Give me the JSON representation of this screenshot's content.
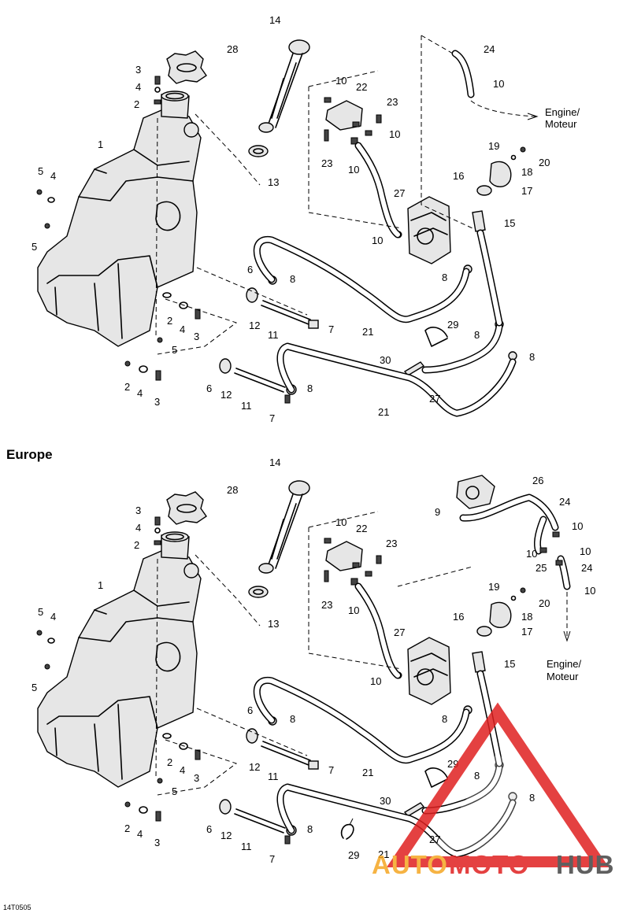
{
  "section_label": "Europe",
  "figure_code": "14T0505",
  "watermark": {
    "part1": "AUTO",
    "part2": "MOTO",
    "part3": "HUB",
    "color_red": "#e02020",
    "color_orange": "#f5a623",
    "color_dark": "#444444"
  },
  "engine_note": {
    "line1": "Engine/",
    "line2": "Moteur"
  },
  "callouts_top": [
    {
      "id": "t14",
      "label": "14"
    },
    {
      "id": "t28",
      "label": "28"
    },
    {
      "id": "t3a",
      "label": "3"
    },
    {
      "id": "t4a",
      "label": "4"
    },
    {
      "id": "t2a",
      "label": "2"
    },
    {
      "id": "t1",
      "label": "1"
    },
    {
      "id": "t5a",
      "label": "5"
    },
    {
      "id": "t4b",
      "label": "4"
    },
    {
      "id": "t5b",
      "label": "5"
    },
    {
      "id": "t10a",
      "label": "10"
    },
    {
      "id": "t22",
      "label": "22"
    },
    {
      "id": "t23a",
      "label": "23"
    },
    {
      "id": "t10b",
      "label": "10"
    },
    {
      "id": "t23b",
      "label": "23"
    },
    {
      "id": "t10c",
      "label": "10"
    },
    {
      "id": "t13",
      "label": "13"
    },
    {
      "id": "t24",
      "label": "24"
    },
    {
      "id": "t10d",
      "label": "10"
    },
    {
      "id": "t19",
      "label": "19"
    },
    {
      "id": "t20",
      "label": "20"
    },
    {
      "id": "t18",
      "label": "18"
    },
    {
      "id": "t16",
      "label": "16"
    },
    {
      "id": "t17",
      "label": "17"
    },
    {
      "id": "t27a",
      "label": "27"
    },
    {
      "id": "t15",
      "label": "15"
    },
    {
      "id": "t10e",
      "label": "10"
    },
    {
      "id": "t8a",
      "label": "8"
    },
    {
      "id": "t6a",
      "label": "6"
    },
    {
      "id": "t8b",
      "label": "8"
    },
    {
      "id": "t2b",
      "label": "2"
    },
    {
      "id": "t4c",
      "label": "4"
    },
    {
      "id": "t3b",
      "label": "3"
    },
    {
      "id": "t12a",
      "label": "12"
    },
    {
      "id": "t7a",
      "label": "7"
    },
    {
      "id": "t11a",
      "label": "11"
    },
    {
      "id": "t21a",
      "label": "21"
    },
    {
      "id": "t29",
      "label": "29"
    },
    {
      "id": "t8c",
      "label": "8"
    },
    {
      "id": "t5c",
      "label": "5"
    },
    {
      "id": "t30",
      "label": "30"
    },
    {
      "id": "t8d",
      "label": "8"
    },
    {
      "id": "t2c",
      "label": "2"
    },
    {
      "id": "t4d",
      "label": "4"
    },
    {
      "id": "t3c",
      "label": "3"
    },
    {
      "id": "t6b",
      "label": "6"
    },
    {
      "id": "t12b",
      "label": "12"
    },
    {
      "id": "t8e",
      "label": "8"
    },
    {
      "id": "t11b",
      "label": "11"
    },
    {
      "id": "t27b",
      "label": "27"
    },
    {
      "id": "t7b",
      "label": "7"
    },
    {
      "id": "t21b",
      "label": "21"
    }
  ],
  "callouts_bottom": [
    {
      "id": "b14",
      "label": "14"
    },
    {
      "id": "b28",
      "label": "28"
    },
    {
      "id": "b26",
      "label": "26"
    },
    {
      "id": "b3a",
      "label": "3"
    },
    {
      "id": "b9",
      "label": "9"
    },
    {
      "id": "b24a",
      "label": "24"
    },
    {
      "id": "b4a",
      "label": "4"
    },
    {
      "id": "b10a",
      "label": "10"
    },
    {
      "id": "b22",
      "label": "22"
    },
    {
      "id": "b10b",
      "label": "10"
    },
    {
      "id": "b2a",
      "label": "2"
    },
    {
      "id": "b10c",
      "label": "10"
    },
    {
      "id": "b23a",
      "label": "23"
    },
    {
      "id": "b25",
      "label": "25"
    },
    {
      "id": "b24b",
      "label": "24"
    },
    {
      "id": "b1",
      "label": "1"
    },
    {
      "id": "b10d",
      "label": "10"
    },
    {
      "id": "b10e",
      "label": "10"
    },
    {
      "id": "b19",
      "label": "19"
    },
    {
      "id": "b20",
      "label": "20"
    },
    {
      "id": "b5a",
      "label": "5"
    },
    {
      "id": "b4b",
      "label": "4"
    },
    {
      "id": "b23b",
      "label": "23"
    },
    {
      "id": "b10f",
      "label": "10"
    },
    {
      "id": "b18",
      "label": "18"
    },
    {
      "id": "b13",
      "label": "13"
    },
    {
      "id": "b16",
      "label": "16"
    },
    {
      "id": "b17",
      "label": "17"
    },
    {
      "id": "b27a",
      "label": "27"
    },
    {
      "id": "b15",
      "label": "15"
    },
    {
      "id": "b5b",
      "label": "5"
    },
    {
      "id": "b10g",
      "label": "10"
    },
    {
      "id": "b6a",
      "label": "6"
    },
    {
      "id": "b8a",
      "label": "8"
    },
    {
      "id": "b8b",
      "label": "8"
    },
    {
      "id": "b2b",
      "label": "2"
    },
    {
      "id": "b4c",
      "label": "4"
    },
    {
      "id": "b3b",
      "label": "3"
    },
    {
      "id": "b12a",
      "label": "12"
    },
    {
      "id": "b7a",
      "label": "7"
    },
    {
      "id": "b11a",
      "label": "11"
    },
    {
      "id": "b21a",
      "label": "21"
    },
    {
      "id": "b29a",
      "label": "29"
    },
    {
      "id": "b8c",
      "label": "8"
    },
    {
      "id": "b5c",
      "label": "5"
    },
    {
      "id": "b30",
      "label": "30"
    },
    {
      "id": "b8d",
      "label": "8"
    },
    {
      "id": "b2c",
      "label": "2"
    },
    {
      "id": "b4d",
      "label": "4"
    },
    {
      "id": "b3c",
      "label": "3"
    },
    {
      "id": "b6b",
      "label": "6"
    },
    {
      "id": "b12b",
      "label": "12"
    },
    {
      "id": "b8e",
      "label": "8"
    },
    {
      "id": "b27b",
      "label": "27"
    },
    {
      "id": "b11b",
      "label": "11"
    },
    {
      "id": "b7b",
      "label": "7"
    },
    {
      "id": "b29b",
      "label": "29"
    },
    {
      "id": "b21b",
      "label": "21"
    }
  ]
}
